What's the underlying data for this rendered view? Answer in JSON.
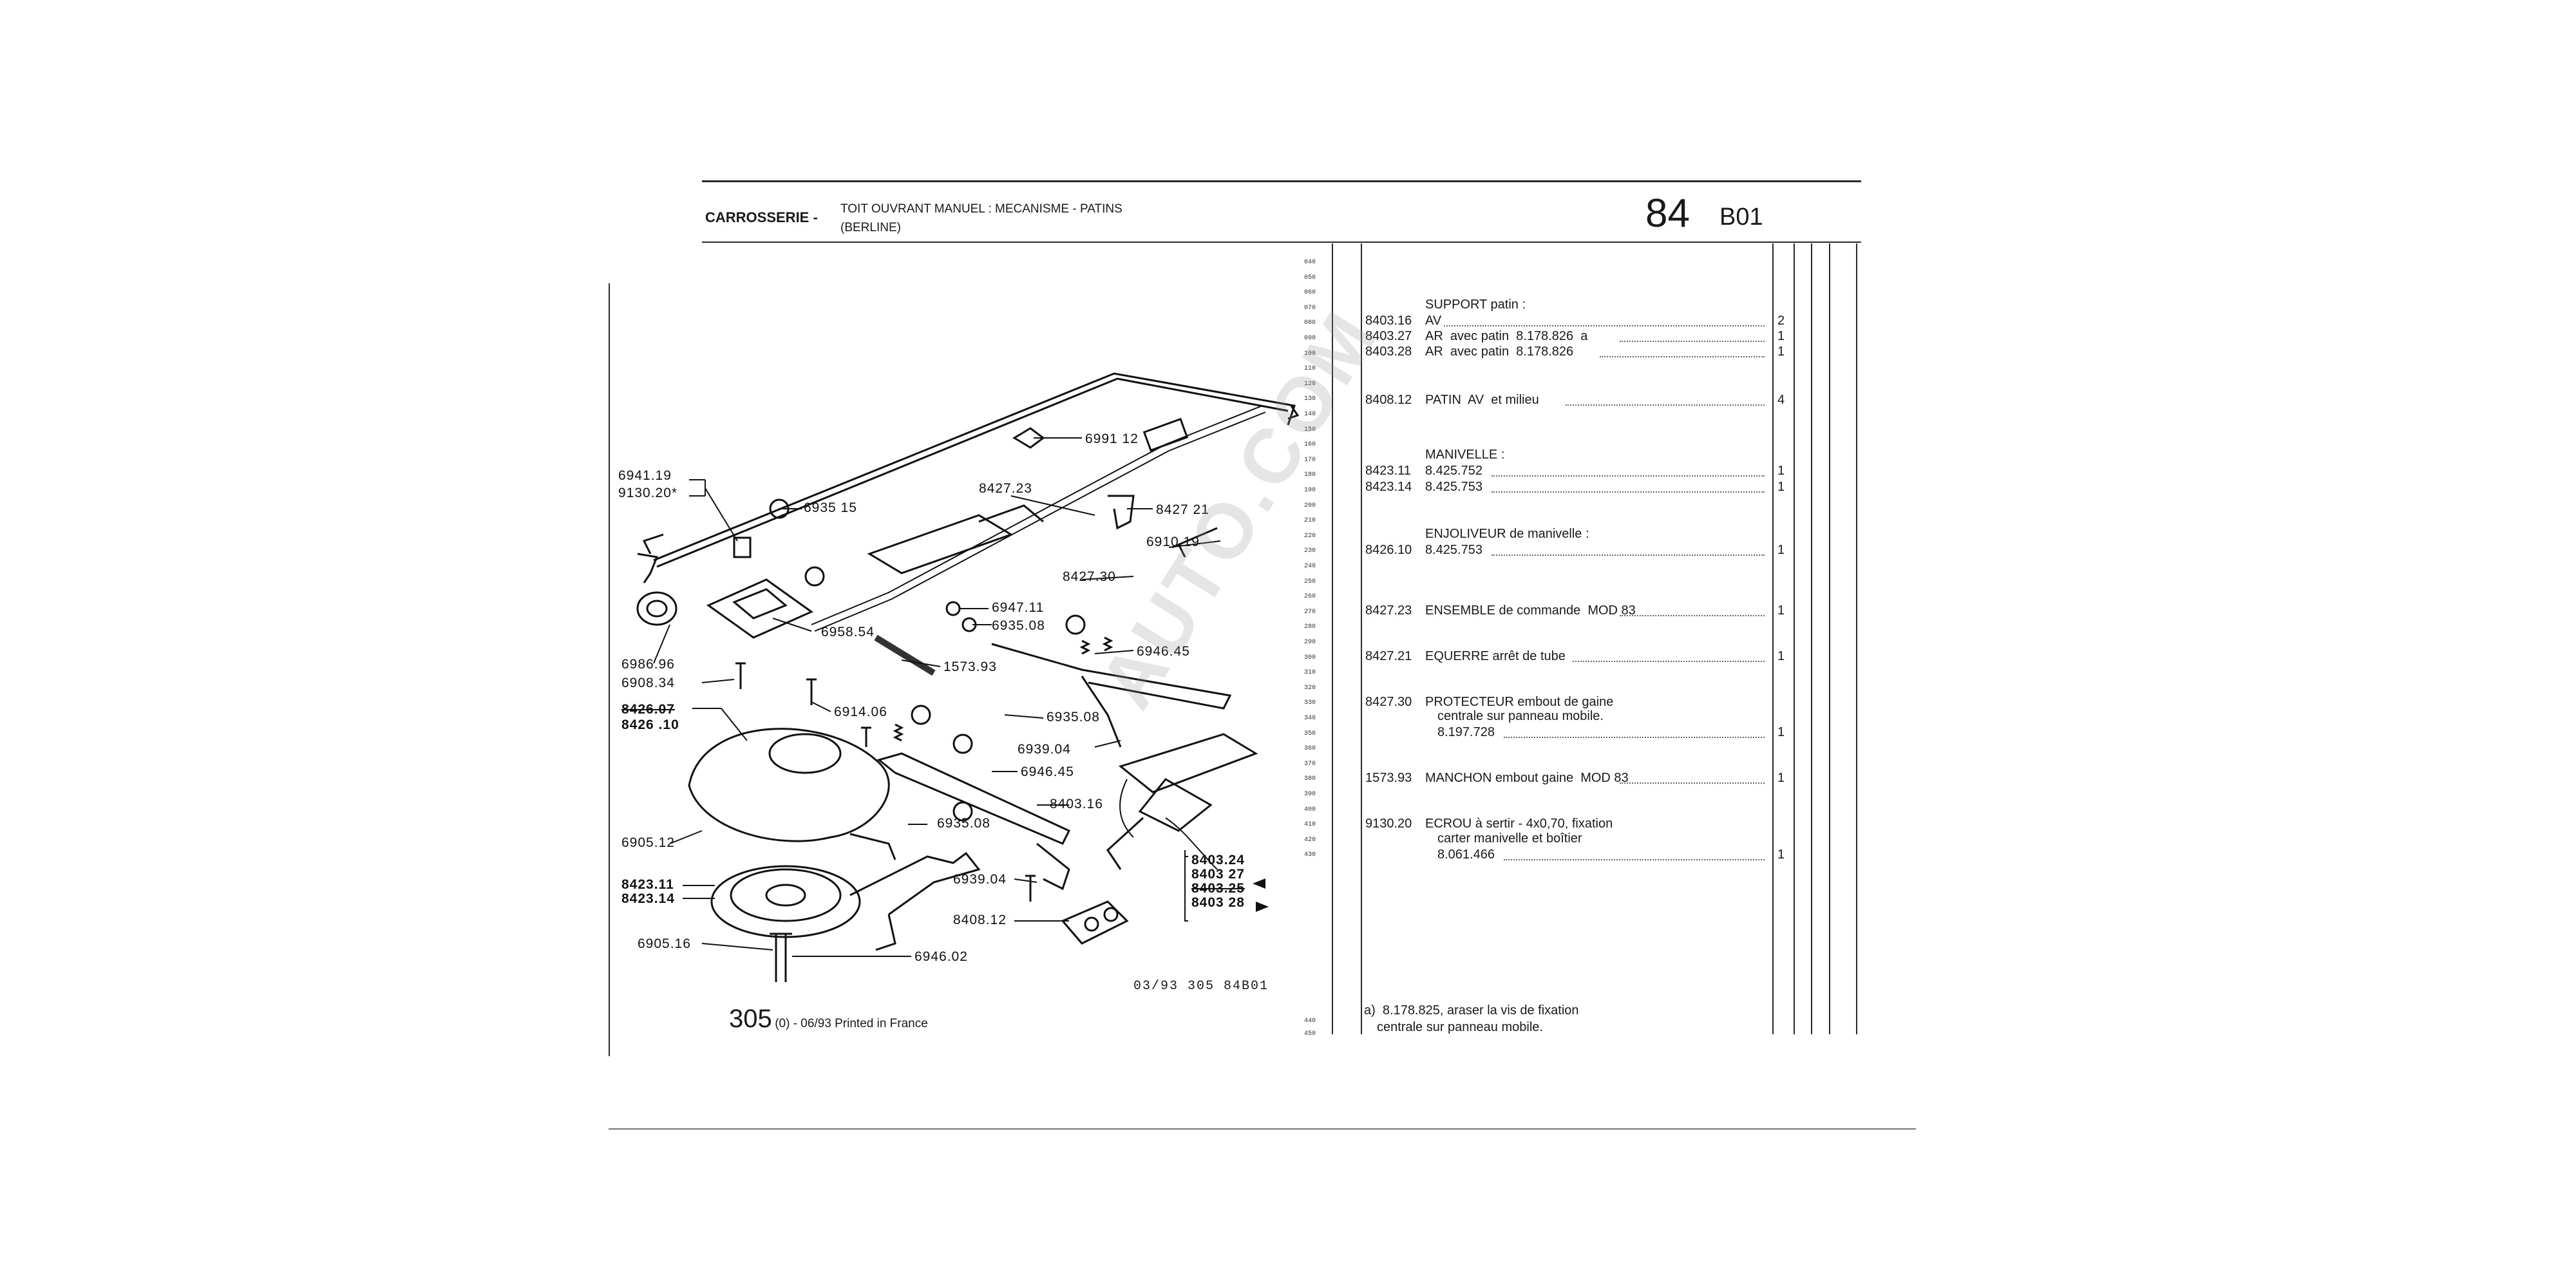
{
  "header": {
    "section": "CARROSSERIE -",
    "title_line1": "TOIT OUVRANT MANUEL : MECANISME - PATINS",
    "title_line2": "(BERLINE)",
    "page_number": "84",
    "page_code": "B01"
  },
  "diagram": {
    "callouts": [
      "6991 12",
      "8427.23",
      "8427 21",
      "6941.19",
      "9130.20*",
      "6935 15",
      "6910.19",
      "8427.30",
      "6947.11",
      "6935.08",
      "6958.54",
      "6946.45",
      "1573.93",
      "6986.96",
      "6908.34",
      "6914.06",
      "8426.07",
      "8426 .10",
      "6935.08",
      "6939.04",
      "6946.45",
      "8403.16",
      "6935.08",
      "6905.12",
      "6939.04",
      "8423.11",
      "8423.14",
      "8408.12",
      "6905.16",
      "6946.02",
      "8403.24",
      "8403 27",
      "8403.25",
      "8403 28"
    ],
    "ref_code": "03/93  305  84B01",
    "footer_number": "305",
    "footer_text": "(0) - 06/93 Printed in France"
  },
  "row_numbers": [
    "040",
    "050",
    "060",
    "070",
    "080",
    "090",
    "100",
    "110",
    "120",
    "130",
    "140",
    "150",
    "160",
    "170",
    "180",
    "190",
    "200",
    "210",
    "220",
    "230",
    "240",
    "250",
    "260",
    "270",
    "280",
    "290",
    "300",
    "310",
    "320",
    "330",
    "340",
    "350",
    "360",
    "370",
    "380",
    "390",
    "400",
    "410",
    "420",
    "430",
    "440",
    "450"
  ],
  "parts": [
    {
      "code": "",
      "desc": "SUPPORT patin :",
      "qty": ""
    },
    {
      "code": "8403.16",
      "desc": "AV",
      "qty": "2"
    },
    {
      "code": "8403.27",
      "desc": "AR  avec patin  8.178.826  a",
      "qty": "1"
    },
    {
      "code": "8403.28",
      "desc": "AR  avec patin  8.178.826",
      "qty": "1"
    },
    {
      "code": "8408.12",
      "desc": "PATIN  AV  et milieu",
      "qty": "4"
    },
    {
      "code": "",
      "desc": "MANIVELLE :",
      "qty": ""
    },
    {
      "code": "8423.11",
      "desc": "8.425.752",
      "qty": "1"
    },
    {
      "code": "8423.14",
      "desc": "8.425.753",
      "qty": "1"
    },
    {
      "code": "",
      "desc": "ENJOLIVEUR de manivelle :",
      "qty": ""
    },
    {
      "code": "8426.10",
      "desc": "8.425.753",
      "qty": "1"
    },
    {
      "code": "8427.23",
      "desc": "ENSEMBLE de commande  MOD 83",
      "qty": "1"
    },
    {
      "code": "8427.21",
      "desc": "EQUERRE arrêt de tube",
      "qty": "1"
    },
    {
      "code": "8427.30",
      "desc": "PROTECTEUR embout de gaine",
      "qty": ""
    },
    {
      "code": "",
      "desc": "centrale sur panneau mobile.",
      "qty": ""
    },
    {
      "code": "",
      "desc": "8.197.728",
      "qty": "1"
    },
    {
      "code": "1573.93",
      "desc": "MANCHON embout gaine  MOD 83",
      "qty": "1"
    },
    {
      "code": "9130.20",
      "desc": "ECROU à sertir - 4x0,70, fixation",
      "qty": ""
    },
    {
      "code": "",
      "desc": "carter manivelle et boîtier",
      "qty": ""
    },
    {
      "code": "",
      "desc": "8.061.466",
      "qty": "1"
    }
  ],
  "note": {
    "line1": "a)  8.178.825, araser la vis de fixation",
    "line2": "centrale sur panneau mobile."
  },
  "watermark": "AUTO.COM"
}
